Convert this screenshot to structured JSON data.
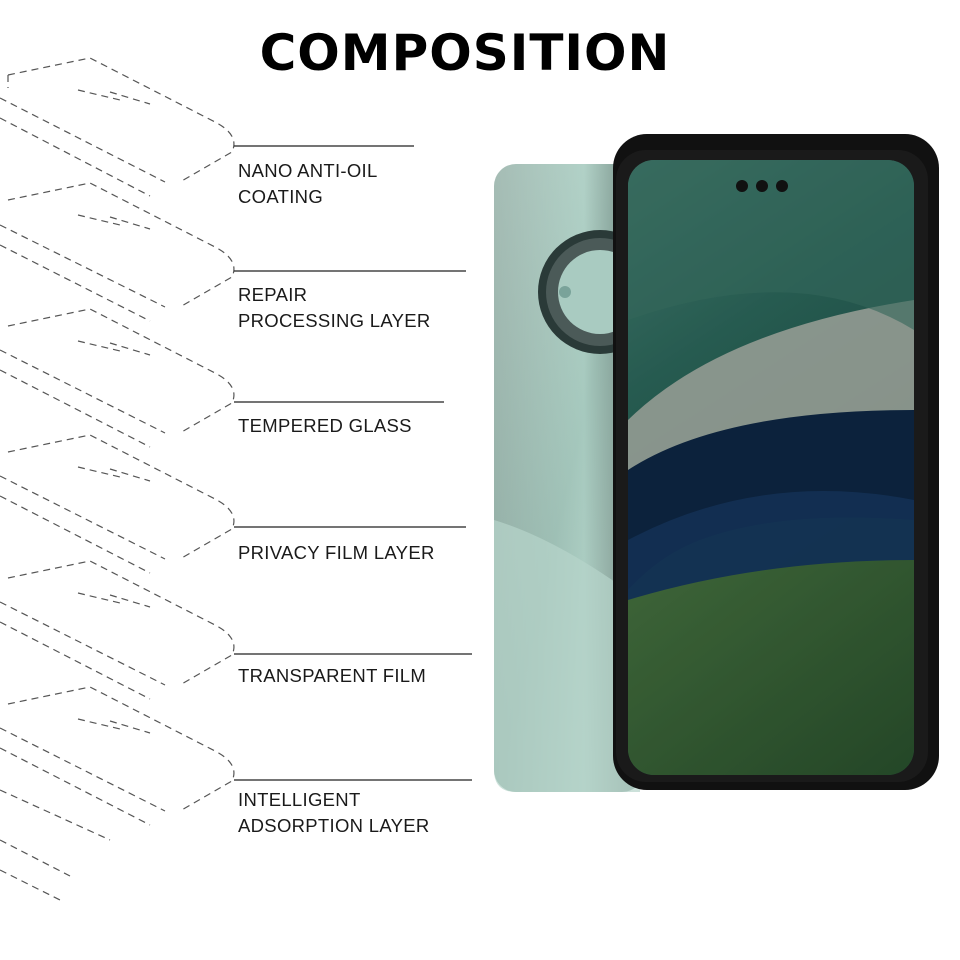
{
  "title": "COMPOSITION",
  "layers": [
    {
      "label": "NANO ANTI-OIL\nCOATING"
    },
    {
      "label": "REPAIR\nPROCESSING LAYER"
    },
    {
      "label": "TEMPERED GLASS"
    },
    {
      "label": "PRIVACY FILM LAYER"
    },
    {
      "label": "TRANSPARENT FILM"
    },
    {
      "label": "INTELLIGENT\nADSORPTION LAYER"
    }
  ],
  "colors": {
    "phone_body": "#a9cbc1",
    "screen_teal": "#2f6f62",
    "screen_navy": "#0f2a4a",
    "screen_green": "#3e6a3a",
    "frame": "#111111"
  }
}
